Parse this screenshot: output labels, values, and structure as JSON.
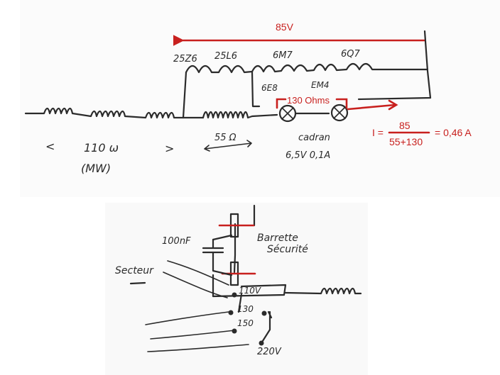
{
  "voltage_top": "85V",
  "tubes": {
    "t1": "25Z6",
    "t2": "25L6",
    "t3": "6M7",
    "t4": "6Q7",
    "t5": "6E8",
    "t6": "EM4"
  },
  "resistance_label": "130 Ohms",
  "formula": {
    "lhs": "I =",
    "numerator": "85",
    "denominator": "55+130",
    "result": "= 0,46 A"
  },
  "left_labels": {
    "lt": "<",
    "value": "110 ω",
    "gt": ">",
    "band": "(MW)"
  },
  "label_55": "55 Ω",
  "cadran": {
    "word": "cadran",
    "rating": "6,5V 0,1A"
  },
  "bottom": {
    "capacitor": "100nF",
    "barrette_1": "Barrette",
    "barrette_2": "Sécurité",
    "secteur": "Secteur",
    "tap_110": "110V",
    "tap_130": "130",
    "tap_150": "150",
    "tap_220": "220V"
  },
  "colors": {
    "ink": "#2b2b2b",
    "annotation_red": "#c8201e"
  }
}
